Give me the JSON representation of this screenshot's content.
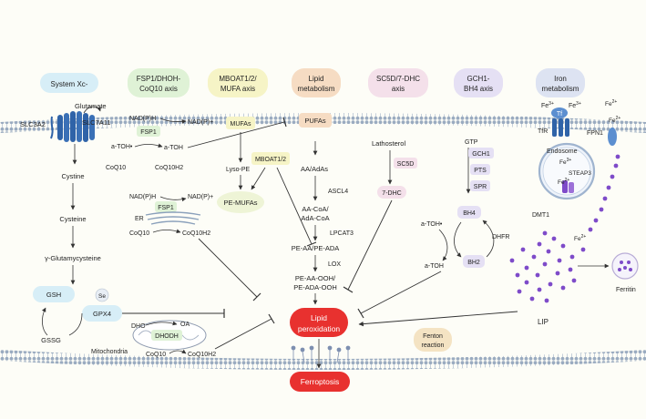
{
  "axes": {
    "system_xc": "System Xc-",
    "fsp1": "FSP1/DHOH-",
    "fsp1_line2": "CoQ10 axis",
    "mboat": "MBOAT1/2/",
    "mboat_line2": "MUFA axis",
    "lipid": "Lipid",
    "lipid_line2": "metabolism",
    "sc5d": "SC5D/7-DHC",
    "sc5d_line2": "axis",
    "gch1": "GCH1-",
    "gch1_line2": "BH4 axis",
    "iron": "Iron",
    "iron_line2": "metabolism"
  },
  "labels": {
    "slc3a2": "SLC3A2",
    "glutamate": "Glutamate",
    "slc7a11": "SLC7A11",
    "cystine": "Cystine",
    "cysteine": "Cysteine",
    "glutamylcysteine": "γ-Glutamycysteine",
    "gsh": "GSH",
    "se": "Se",
    "gpx4": "GPX4",
    "gssg": "GSSG",
    "nadph_1": "NAD(P)H",
    "nadp_1": "NAD(P)+",
    "fsp1_1": "FSP1",
    "atoh_rad_1": "a-TOH•",
    "atoh_1": "a-TOH",
    "coq10_1": "CoQ10",
    "coq10h2_1": "CoQ10H2",
    "nadph_2": "NAD(P)H",
    "nadp_2": "NAD(P)+",
    "fsp1_2": "FSP1",
    "er": "ER",
    "coq10_2": "CoQ10",
    "coq10h2_2": "CoQ10H2",
    "dho": "DHO",
    "oa": "OA",
    "dhodh": "DHODH",
    "mitochondria": "Mitochondria",
    "coq10_3": "CoQ10",
    "coq10h2_3": "CoQ10H2",
    "mufas": "MUFAs",
    "pufas": "PUFAs",
    "lysope": "Lyso-PE",
    "mboat12": "MBOAT1/2",
    "pe_mufas": "PE-MUFAs",
    "aa_adas": "AA/AdAs",
    "acsl4": "ASCL4",
    "aa_coa": "AA-CoA/",
    "ada_coa": "AdA-CoA",
    "lpcat3": "LPCAT3",
    "pe_aa": "PE-AA/PE-ADA",
    "lox": "LOX",
    "pe_aa_ooh": "PE-AA-OOH/",
    "pe_ada_ooh": "PE-ADA-OOH",
    "lathosterol": "Lathosterol",
    "sc5d_enz": "SC5D",
    "dhc7": "7-DHC",
    "gtp": "GTP",
    "gch1_enz": "GCH1",
    "pts": "PTS",
    "spr": "SPR",
    "bh4": "BH4",
    "atoh_rad_2": "a-TOH•",
    "dhfr": "DHFR",
    "atoh_2": "a-TOH",
    "bh2": "BH2",
    "fe3_1": "Fe",
    "fe3_1_sup": "3+",
    "tf": "Tf",
    "fe3_2": "Fe",
    "fe3_2_sup": "3+",
    "tfr": "TfR",
    "fe2_a": "Fe",
    "fe2_a_sup": "2+",
    "fe2_b": "Fe",
    "fe2_b_sup": "2+",
    "fpn1": "FPN1",
    "endosome": "Endosome",
    "fe3_endo": "Fe",
    "fe3_endo_sup": "3+",
    "steap3": "STEAP3",
    "fe2_endo": "Fe",
    "fe2_endo_sup": "2+",
    "dmt1": "DMT1",
    "fe2_lip": "Fe",
    "fe2_lip_sup": "2+",
    "ferritin": "Ferritin",
    "lip": "LIP",
    "lipid_perox": "Lipid",
    "lipid_perox_line2": "peroxidation",
    "fenton": "Fenton",
    "fenton_line2": "reaction",
    "ferroptosis": "Ferroptosis"
  },
  "colors": {
    "lipid_red": "#e8312f",
    "membrane_blue": "#8ea0b8",
    "transporter_blue": "#2f63a8",
    "pill_blue": "#d7eef7",
    "pill_green": "#dff2d6",
    "pill_yellow": "#f6f4c6",
    "pill_orange": "#f6dcc3",
    "pill_purple": "#e5e0f4",
    "iron_purple": "#7e4bc9",
    "pill_fenton": "#f4e3c3"
  }
}
